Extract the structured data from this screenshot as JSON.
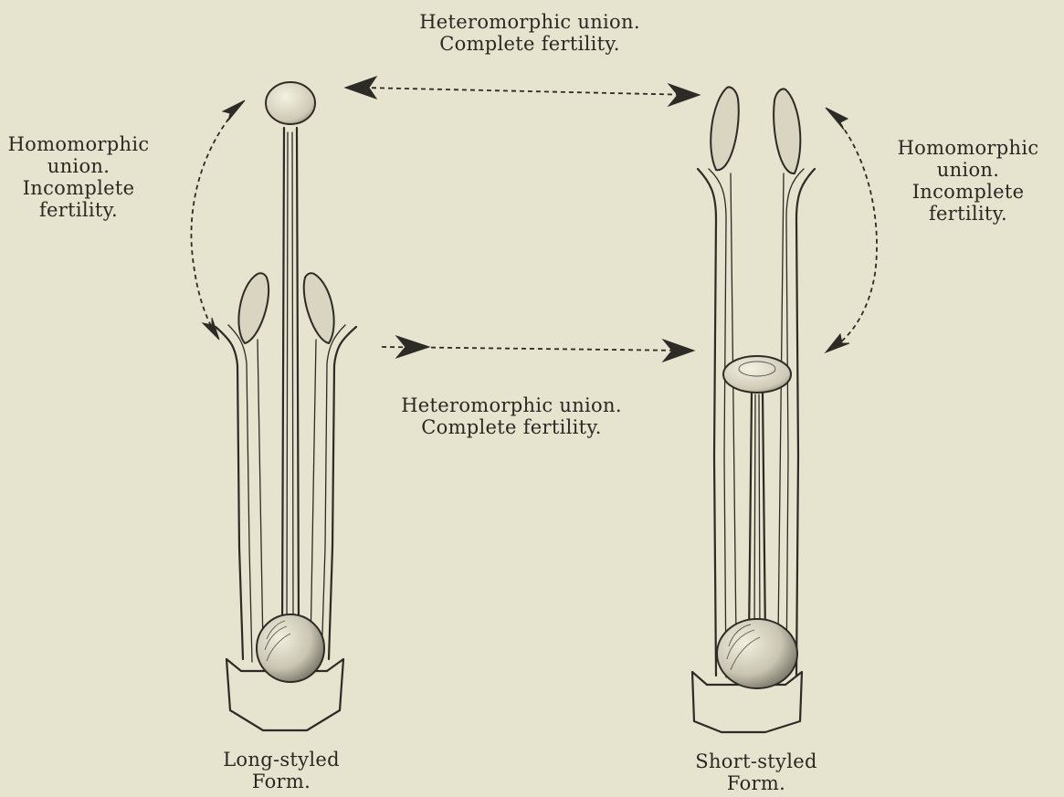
{
  "labels": {
    "top_union": [
      "Heteromorphic union.",
      "Complete fertility."
    ],
    "middle_union": [
      "Heteromorphic union.",
      "Complete fertility."
    ],
    "left_homomorphic": [
      "Homomorphic",
      "union.",
      "Incomplete",
      "fertility."
    ],
    "right_homomorphic": [
      "Homomorphic",
      "union.",
      "Incomplete",
      "fertility."
    ],
    "long_form": [
      "Long-styled",
      "Form."
    ],
    "short_form": [
      "Short-styled",
      "Form."
    ]
  },
  "colors": {
    "paper": "#e6e3cf",
    "ink": "#2d2b26"
  }
}
